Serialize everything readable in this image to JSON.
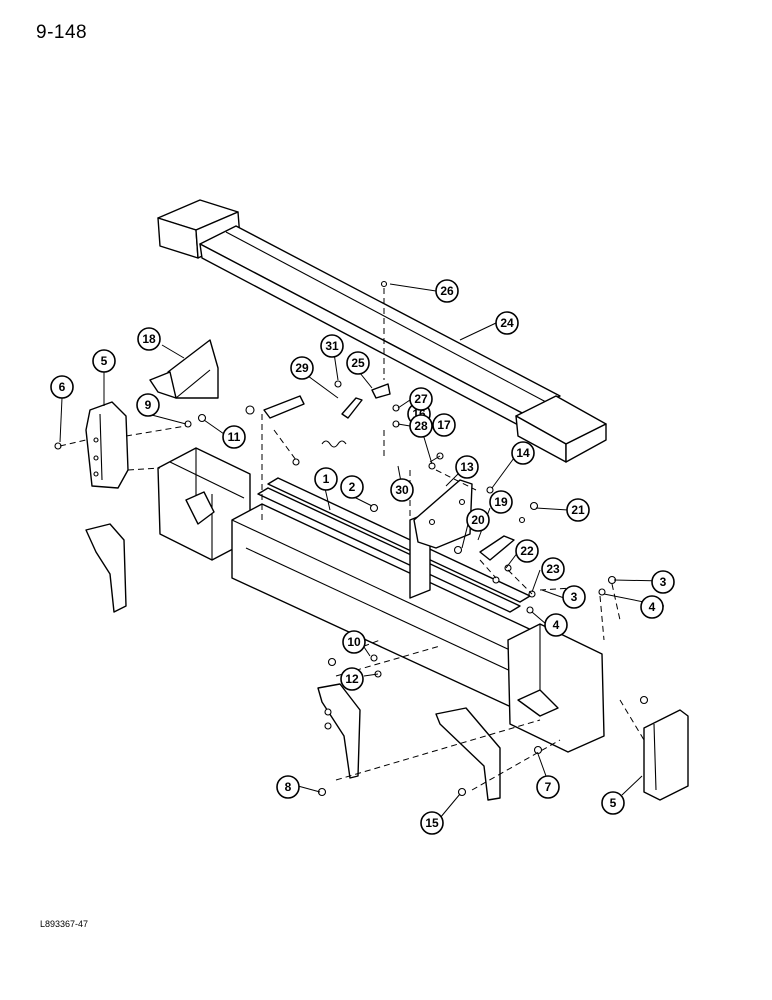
{
  "page_number": "9-148",
  "figure_id": "L893367-47",
  "callouts": [
    {
      "label": "1"
    },
    {
      "label": "2"
    },
    {
      "label": "3"
    },
    {
      "label": "4"
    },
    {
      "label": "3"
    },
    {
      "label": "4"
    },
    {
      "label": "5"
    },
    {
      "label": "5"
    },
    {
      "label": "6"
    },
    {
      "label": "7"
    },
    {
      "label": "8"
    },
    {
      "label": "9"
    },
    {
      "label": "10"
    },
    {
      "label": "11"
    },
    {
      "label": "12"
    },
    {
      "label": "13"
    },
    {
      "label": "14"
    },
    {
      "label": "15"
    },
    {
      "label": "16"
    },
    {
      "label": "17"
    },
    {
      "label": "18"
    },
    {
      "label": "19"
    },
    {
      "label": "20"
    },
    {
      "label": "21"
    },
    {
      "label": "22"
    },
    {
      "label": "23"
    },
    {
      "label": "24"
    },
    {
      "label": "25"
    },
    {
      "label": "26"
    },
    {
      "label": "27"
    },
    {
      "label": "28"
    },
    {
      "label": "29"
    },
    {
      "label": "30"
    },
    {
      "label": "31"
    }
  ]
}
